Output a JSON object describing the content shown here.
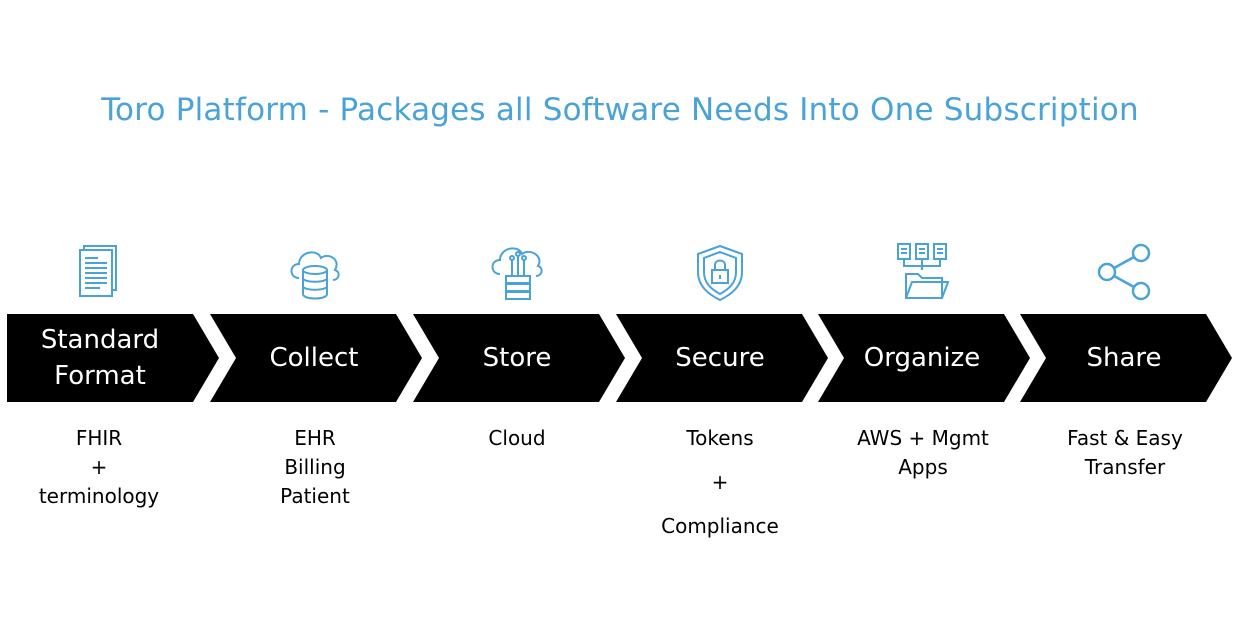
{
  "title": "Toro Platform - Packages all Software Needs Into One Subscription",
  "accent_color": "#4aa3d8",
  "steps": [
    {
      "label_lines": [
        "Standard",
        "Format"
      ],
      "icon": "document-icon",
      "desc": [
        "FHIR",
        "+",
        "terminology"
      ]
    },
    {
      "label_lines": [
        "Collect"
      ],
      "icon": "cloud-database-icon",
      "desc": [
        "EHR",
        "Billing",
        "Patient"
      ]
    },
    {
      "label_lines": [
        "Store"
      ],
      "icon": "cloud-server-icon",
      "desc": [
        "Cloud"
      ]
    },
    {
      "label_lines": [
        "Secure"
      ],
      "icon": "shield-lock-icon",
      "desc": [
        "Tokens",
        "+",
        "Compliance"
      ]
    },
    {
      "label_lines": [
        "Organize"
      ],
      "icon": "folder-documents-icon",
      "desc": [
        "AWS + Mgmt",
        "Apps"
      ]
    },
    {
      "label_lines": [
        "Share"
      ],
      "icon": "share-icon",
      "desc": [
        "Fast & Easy",
        "Transfer"
      ]
    }
  ]
}
